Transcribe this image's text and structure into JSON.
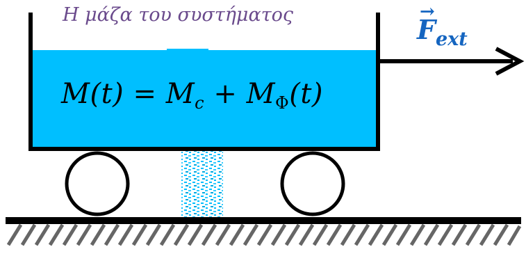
{
  "labels": {
    "system_mass": "Η μάζα του συστήματος",
    "mass_formula": {
      "lhs": "M(t)",
      "equals": "=",
      "m_c": "M",
      "sub_c": "c",
      "plus": "+",
      "m_phi": "M",
      "sub_phi": "Φ",
      "arg": "(t)"
    },
    "external_force": {
      "symbol": "F",
      "subscript": "ext"
    }
  },
  "colors": {
    "liquid": "#00bfff",
    "outline": "#000000",
    "mass_label": "#6a4a8c",
    "force_label": "#1565c0",
    "ground_hatch": "#666666"
  },
  "icons": {
    "wheel": "circle",
    "arrow": "right-arrow",
    "leak": "dripping-liquid-stream"
  }
}
